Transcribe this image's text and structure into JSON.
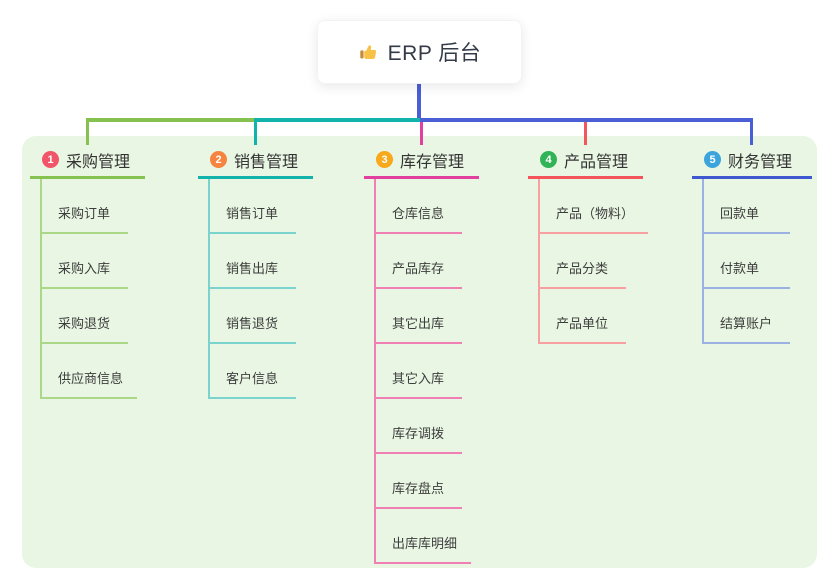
{
  "root": {
    "title": "ERP 后台",
    "icon": "thumbs-up-icon"
  },
  "colors": {
    "connector_blue": "#4a5ed6",
    "panel_bg": "#e9f6e3",
    "root_text": "#333b47"
  },
  "branches": [
    {
      "badge": "1",
      "title": "采购管理",
      "accent": "#86c24f",
      "light": "#abd789",
      "badge_color": "#f05667",
      "items": [
        "采购订单",
        "采购入库",
        "采购退货",
        "供应商信息"
      ]
    },
    {
      "badge": "2",
      "title": "销售管理",
      "accent": "#11b3ab",
      "light": "#7ad3cc",
      "badge_color": "#f58440",
      "items": [
        "销售订单",
        "销售出库",
        "销售退货",
        "客户信息"
      ]
    },
    {
      "badge": "3",
      "title": "库存管理",
      "accent": "#e2409f",
      "light": "#f07fb4",
      "badge_color": "#f7a81b",
      "items": [
        "仓库信息",
        "产品库存",
        "其它出库",
        "其它入库",
        "库存调拨",
        "库存盘点",
        "出库库明细"
      ]
    },
    {
      "badge": "4",
      "title": "产品管理",
      "accent": "#f4555d",
      "light": "#f89fa2",
      "badge_color": "#31b457",
      "items": [
        "产品（物料）",
        "产品分类",
        "产品单位"
      ]
    },
    {
      "badge": "5",
      "title": "财务管理",
      "accent": "#3f58d0",
      "light": "#9db0e2",
      "badge_color": "#3ca4dc",
      "items": [
        "回款单",
        "付款单",
        "结算账户"
      ]
    }
  ]
}
